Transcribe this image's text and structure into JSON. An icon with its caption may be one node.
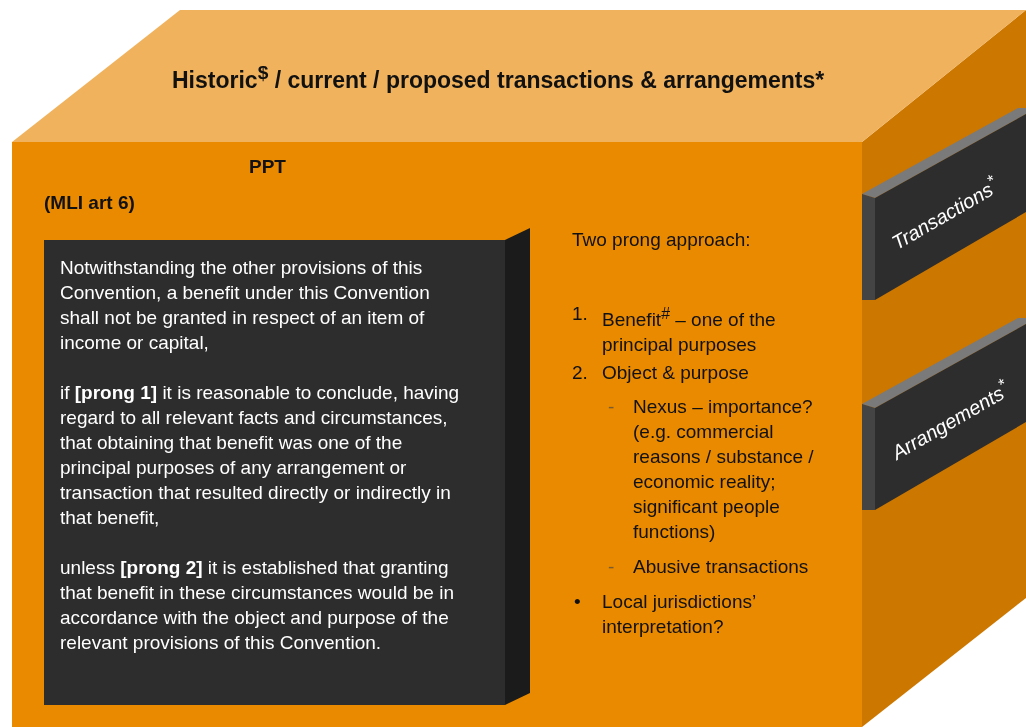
{
  "diagram": {
    "nodes": [
      {
        "text": [
          "PPT",
          "(MLI art 6)"
        ]
      },
      {
        "text": [
          "Notwithstanding the other provisions of this Convention, a benefit under this Convention shall not be granted in respect of an item of income or capital,",
          "if **[prong 1]** it is reasonable to conclude, having regard to all relevant facts and circumstances, that obtaining that benefit was one of the principal purposes of any arrangement or transaction that resulted directly or indirectly in that benefit,",
          "unless **[prong 2]** it is established that granting that benefit in these circumstances would be in accordance with the object and purpose of the relevant provisions of this Convention."
        ],
        "in": 0
      },
      {
        "text": [
          "Historic$^{$}$ / current / proposed transactions & arrangements*"
        ]
      },
      {
        "text": [
          "Transactions$^{*}$"
        ]
      },
      {
        "text": [
          "Arrangements$^{*}$"
        ]
      }
    ],
    "labels": [
      "Two prong approach:",
      "1.",
      "Benefit$^{#}$ – one of the principal purposes",
      "2.",
      "Object & purpose",
      "-",
      "Nexus – importance? (e.g. commercial reasons / substance / economic reality; significant people functions)",
      "-",
      "Abusive transactions",
      "•",
      "Local jurisdictions’ interpretation?"
    ]
  }
}
